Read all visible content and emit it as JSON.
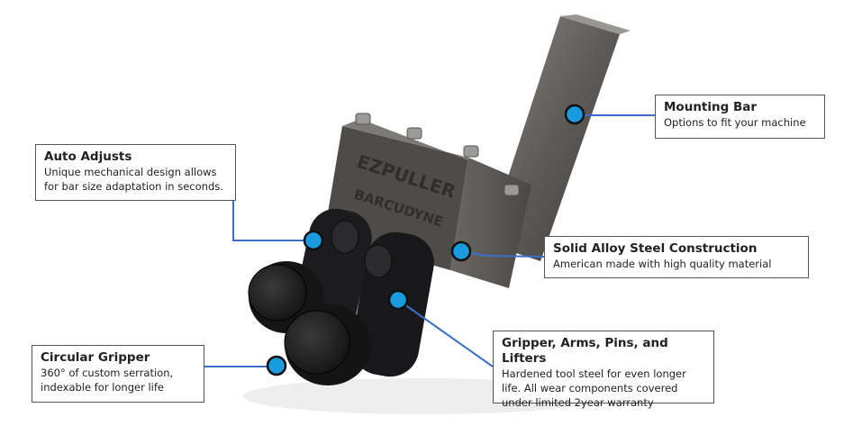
{
  "product_logo": {
    "brand": "EZPULLER",
    "maker": "BARCUDYNE"
  },
  "accent_color": "#1a9be0",
  "line_color": "#3b6fc7",
  "callouts": [
    {
      "id": "auto-adjusts",
      "title": "Auto Adjusts",
      "desc": "Unique mechanical design allows for bar size adaptation in seconds."
    },
    {
      "id": "circular-gripper",
      "title": "Circular Gripper",
      "desc": "360° of custom serration, indexable for longer life"
    },
    {
      "id": "mounting-bar",
      "title": "Mounting Bar",
      "desc": "Options to fit your machine"
    },
    {
      "id": "solid-alloy",
      "title": "Solid Alloy Steel Construction",
      "desc": "American made with high quality material"
    },
    {
      "id": "gripper-arms",
      "title": "Gripper, Arms, Pins, and Lifters",
      "desc": "Hardened tool steel for even longer life. All wear components covered under limited 2year warranty"
    }
  ]
}
